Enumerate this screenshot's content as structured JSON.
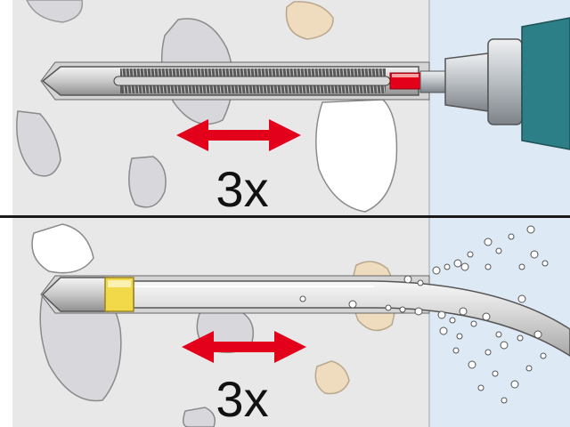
{
  "colors": {
    "concrete": "#e8e8e8",
    "pebble_grey": "#d8d8dc",
    "pebble_white": "#ffffff",
    "pebble_tan": "#efdcbf",
    "air_blue": "#dde9f4",
    "arrow_red": "#e3001b",
    "divider": "#1a1a1a",
    "brush_yellow": "#f2d94a",
    "drill_grey": "#c8ccd0"
  },
  "steps": [
    {
      "action_icon": "double-arrow-icon",
      "count_label": "3x",
      "tool": "drill-with-brush"
    },
    {
      "action_icon": "double-arrow-icon",
      "count_label": "3x",
      "tool": "blow-out-pump-tube"
    }
  ]
}
